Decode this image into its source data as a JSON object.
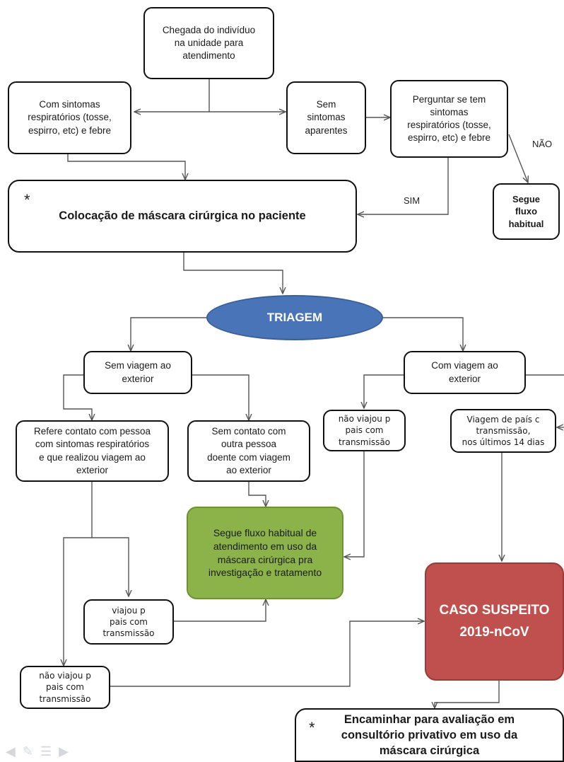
{
  "diagram": {
    "start": "Chegada do indivíduo\nna unidade para\natendimento",
    "with_symptoms": "Com sintomas\nrespiratórios (tosse,\nespirro, etc) e febre",
    "no_symptoms": "Sem\nsintomas\naparentes",
    "ask_symptoms": "Perguntar se tem\nsintomas\nrespiratórios (tosse,\nespirro, etc) e febre",
    "label_nao": "NÃO",
    "label_sim": "SIM",
    "usual_flow": "Segue\nfluxo\nhabitual",
    "mask_star": "*",
    "mask": "Colocação de máscara cirúrgica no paciente",
    "triage": "TRIAGEM",
    "no_travel": "Sem viagem ao\nexterior",
    "with_travel": "Com viagem ao\nexterior",
    "contact": "Refere contato com pessoa\ncom sintomas respiratórios\ne que realizou viagem ao\nexterior",
    "no_contact": "Sem contato com\noutra pessoa\ndoente com viagem\nao exterior",
    "not_traveled_top": "não viajou p\npais com\ntransmissão",
    "traveled_transmission": "Viagem de país c\ntransmissão,\nnos últimos 14 dias",
    "usual_mask": "Segue fluxo habitual de\natendimento em uso da\nmáscara cirúrgica pra\ninvestigação e tratamento",
    "traveled_mid": "viajou p\npais com\ntransmissão",
    "suspect": "CASO SUSPEITO\n2019-nCoV",
    "not_traveled_bottom": "não viajou p\npais com\ntransmissão",
    "refer_star": "*",
    "refer": "Encaminhar para avaliação em\nconsultório privativo em uso da\nmáscara cirúrgica"
  },
  "colors": {
    "triage": "#4a74b8",
    "green_box": "#8bb34a",
    "red_box": "#c0504d"
  },
  "icons": [
    "prev-arrow-icon",
    "pen-icon",
    "menu-icon",
    "next-arrow-icon"
  ]
}
